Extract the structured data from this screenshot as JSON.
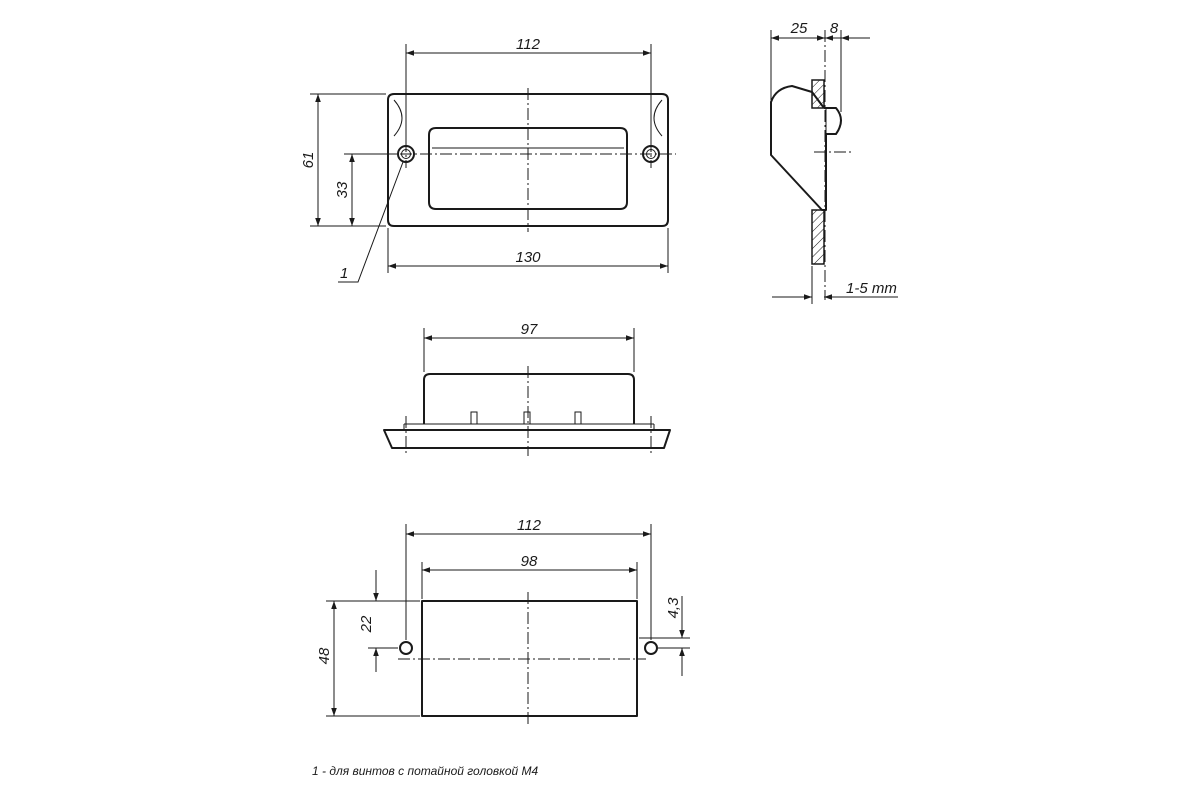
{
  "dimensions": {
    "front_width_holes": "112",
    "front_height": "61",
    "front_hole_height": "33",
    "front_width_total": "130",
    "callout": "1",
    "side_depth": "25",
    "side_flange": "8",
    "side_panel_thickness": "1-5 mm",
    "top_body_width": "97",
    "cutout_hole_spacing": "112",
    "cutout_width": "98",
    "cutout_height": "48",
    "cutout_hole_height": "22",
    "cutout_hole_offset": "4,3"
  },
  "note": "1 - для винтов с потайной головкой М4",
  "colors": {
    "line": "#1a1a1a",
    "background": "#ffffff"
  }
}
